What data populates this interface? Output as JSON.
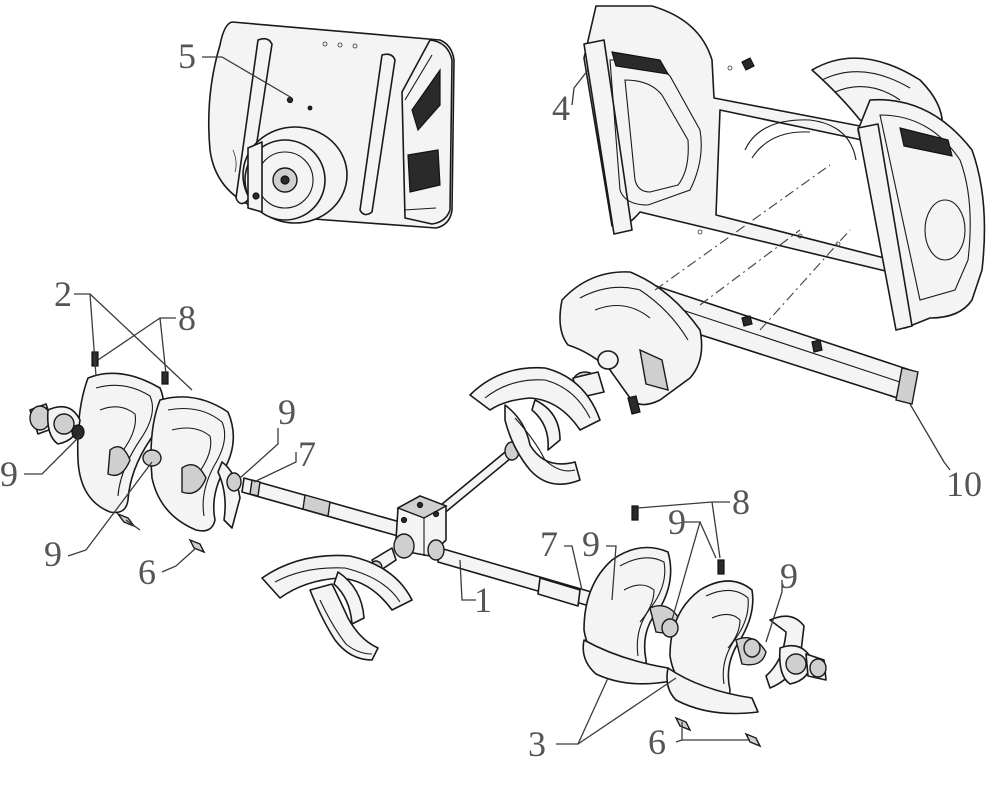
{
  "callouts": [
    {
      "id": "c5",
      "text": "5"
    },
    {
      "id": "c4",
      "text": "4"
    },
    {
      "id": "c2",
      "text": "2"
    },
    {
      "id": "c8a",
      "text": "8"
    },
    {
      "id": "c9a",
      "text": "9"
    },
    {
      "id": "c9b",
      "text": "9"
    },
    {
      "id": "c7a",
      "text": "7"
    },
    {
      "id": "c9c",
      "text": "9"
    },
    {
      "id": "c6a",
      "text": "6"
    },
    {
      "id": "c1",
      "text": "1"
    },
    {
      "id": "c10",
      "text": "10"
    },
    {
      "id": "c8b",
      "text": "8"
    },
    {
      "id": "c9d",
      "text": "9"
    },
    {
      "id": "c7b",
      "text": "7"
    },
    {
      "id": "c9e",
      "text": "9"
    },
    {
      "id": "c9f",
      "text": "9"
    },
    {
      "id": "c3",
      "text": "3"
    },
    {
      "id": "c6b",
      "text": "6"
    }
  ]
}
